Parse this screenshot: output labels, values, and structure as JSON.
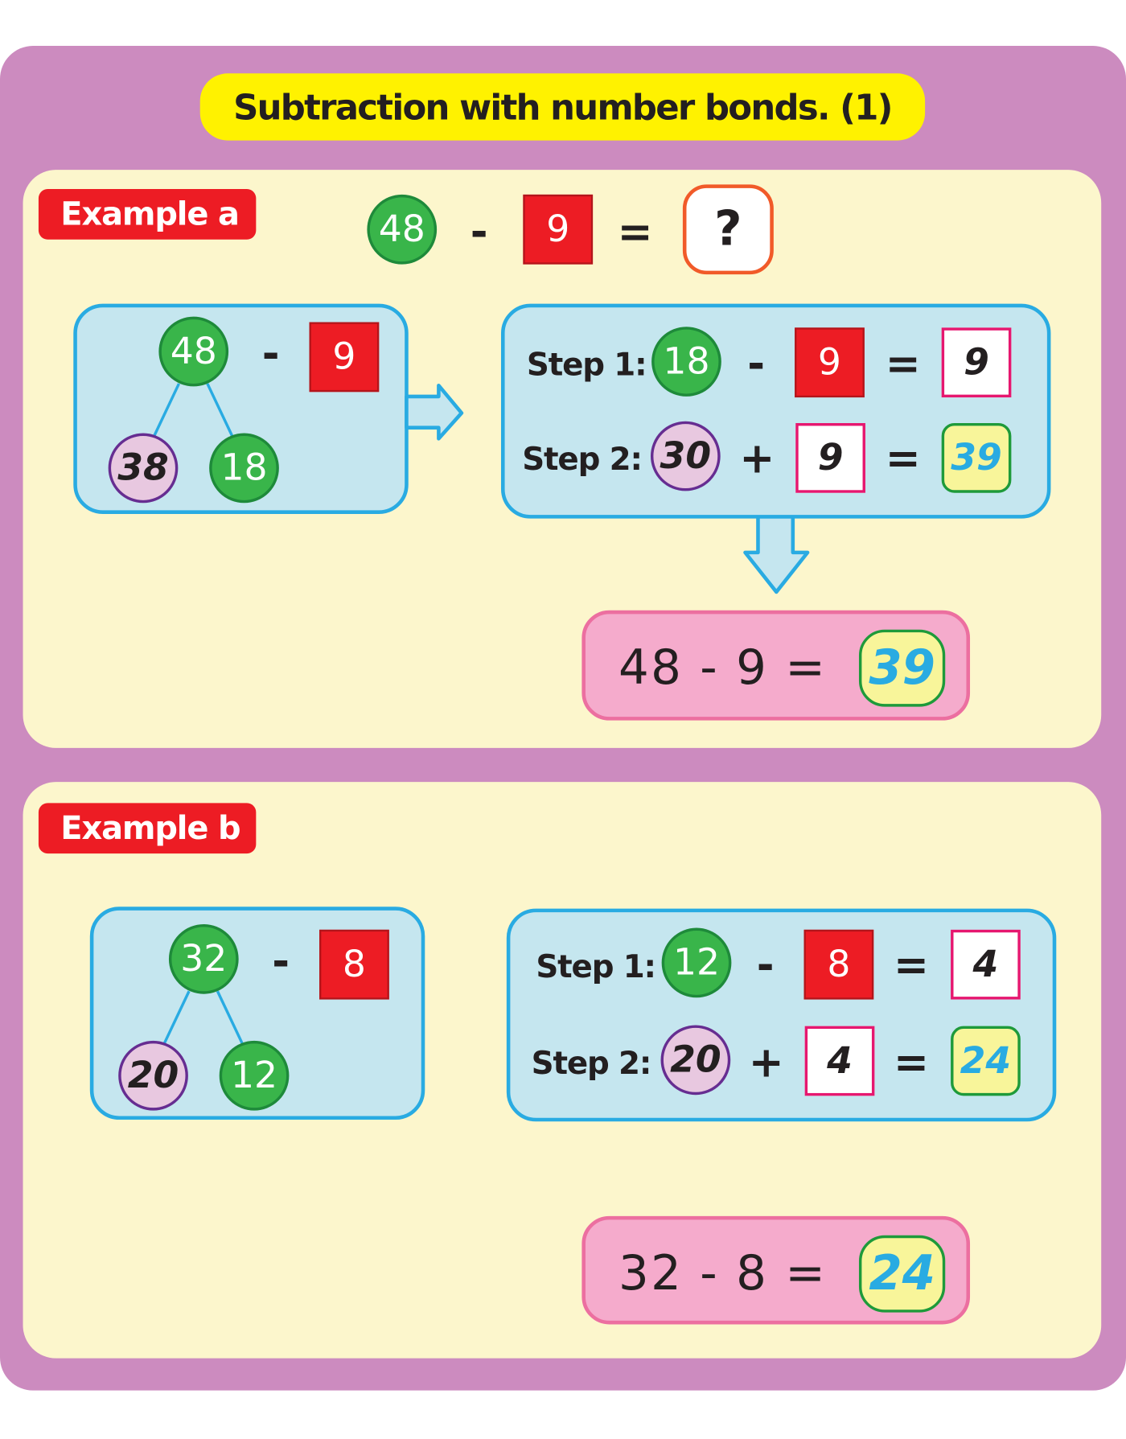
{
  "title": "Subtraction with number bonds. (1)",
  "colors": {
    "background": "#cc8bbf",
    "panel": "#fcf6cc",
    "title": "#fff200",
    "label": "#ed1c24",
    "green": "#39b54a",
    "red": "#ed1c24",
    "purple_fill": "#e8c8e0",
    "blue_box": "#c5e6ef",
    "blue_border": "#29abe2",
    "pink_result": "#f5abcc"
  },
  "example_a": {
    "label": "Example a",
    "problem": {
      "minuend": "48",
      "op": "-",
      "subtrahend": "9",
      "eq": "=",
      "answer": "?"
    },
    "bond": {
      "whole": "48",
      "op": "-",
      "sub": "9",
      "parts": [
        "38",
        "18"
      ]
    },
    "step1": {
      "label": "Step 1:",
      "a": "18",
      "op": "-",
      "b": "9",
      "eq": "=",
      "result": "9"
    },
    "step2": {
      "label": "Step 2:",
      "a": "30",
      "op": "+",
      "b": "9",
      "eq": "=",
      "result": "39"
    },
    "result": {
      "expression": "48 - 9 =",
      "answer": "39"
    }
  },
  "example_b": {
    "label": "Example b",
    "bond": {
      "whole": "32",
      "op": "-",
      "sub": "8",
      "parts": [
        "20",
        "12"
      ]
    },
    "step1": {
      "label": "Step 1:",
      "a": "12",
      "op": "-",
      "b": "8",
      "eq": "=",
      "result": "4"
    },
    "step2": {
      "label": "Step 2:",
      "a": "20",
      "op": "+",
      "b": "4",
      "eq": "=",
      "result": "24"
    },
    "result": {
      "expression": "32 - 8 =",
      "answer": "24"
    }
  }
}
